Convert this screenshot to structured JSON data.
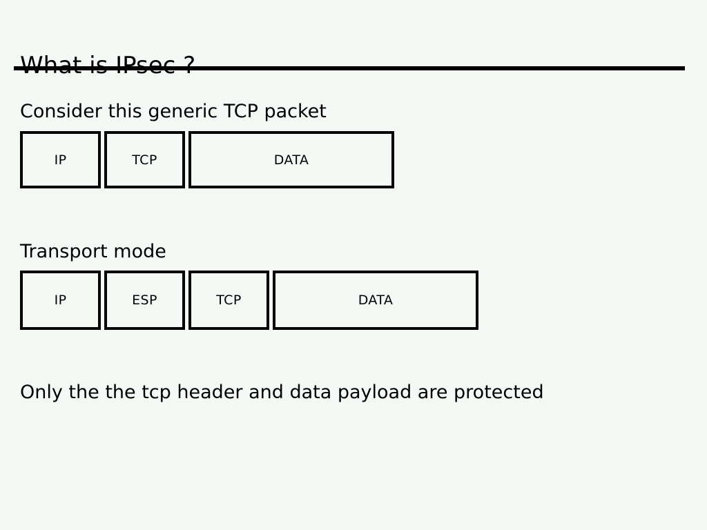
{
  "slide": {
    "title": "What is IPsec ?",
    "background_color": "#f5f9f6",
    "text_color": "#000000",
    "rule_color": "#000000"
  },
  "sections": {
    "generic_packet": {
      "caption": "Consider this generic TCP packet",
      "fields": [
        {
          "label": "IP",
          "size": "small"
        },
        {
          "label": "TCP",
          "size": "small"
        },
        {
          "label": "DATA",
          "size": "wide"
        }
      ]
    },
    "transport_mode": {
      "caption": "Transport mode",
      "fields": [
        {
          "label": "IP",
          "size": "small"
        },
        {
          "label": "ESP",
          "size": "small"
        },
        {
          "label": "TCP",
          "size": "small"
        },
        {
          "label": "DATA",
          "size": "wide"
        }
      ]
    },
    "note": {
      "caption": "Only the the tcp header and data payload are protected"
    }
  }
}
